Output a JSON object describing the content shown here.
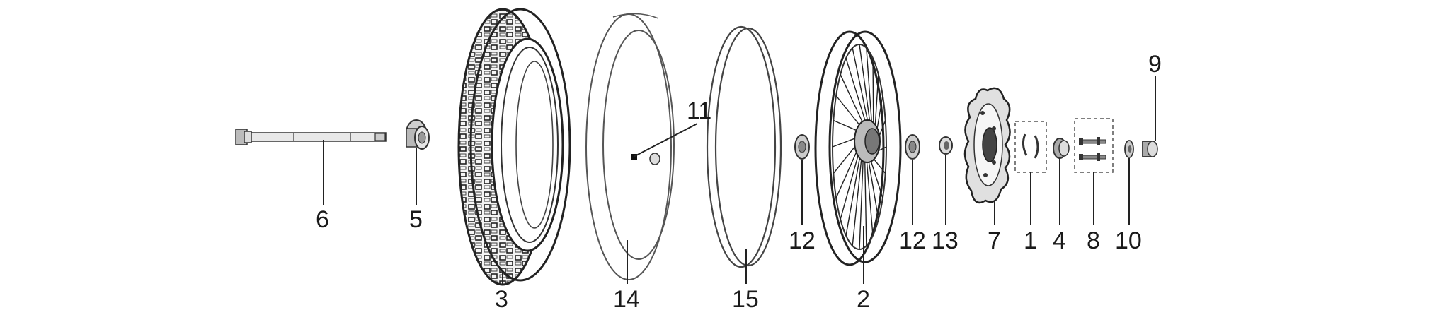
{
  "labels": {
    "l1": "1",
    "l2": "2",
    "l3": "3",
    "l4": "4",
    "l5": "5",
    "l6": "6",
    "l7": "7",
    "l8": "8",
    "l9": "9",
    "l10": "10",
    "l11": "11",
    "l12a": "12",
    "l12b": "12",
    "l13": "13",
    "l14": "14",
    "l15": "15"
  }
}
